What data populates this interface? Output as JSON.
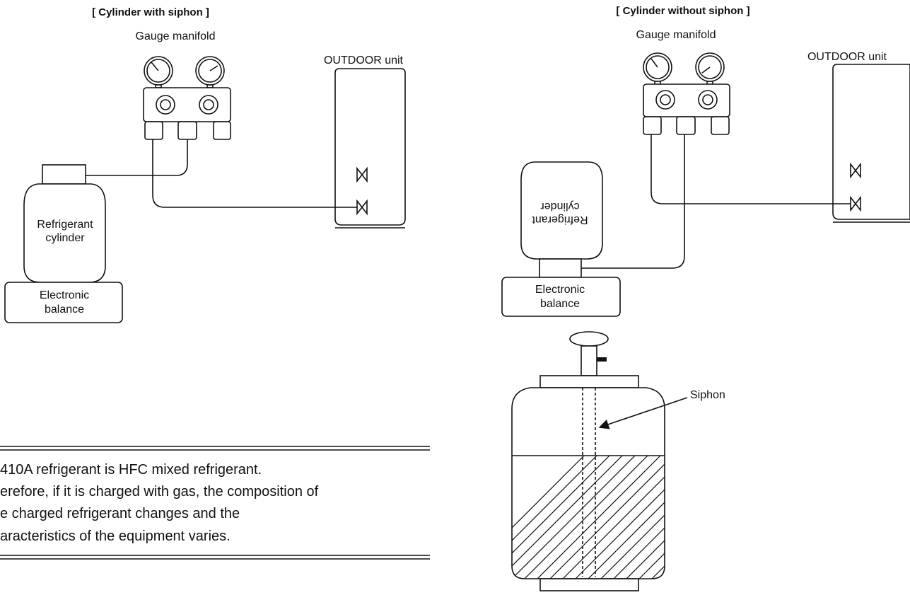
{
  "left": {
    "heading": "[ Cylinder with siphon ]",
    "gauge_label": "Gauge manifold",
    "outdoor_label": "OUTDOOR unit",
    "cylinder_line1": "Refrigerant",
    "cylinder_line2": "cylinder",
    "balance_line1": "Electronic",
    "balance_line2": "balance"
  },
  "right": {
    "heading": "[ Cylinder without siphon ]",
    "gauge_label": "Gauge manifold",
    "outdoor_label": "OUTDOOR unit",
    "cylinder_line1": "Refrigerant",
    "cylinder_line2": "cylinder",
    "balance_line1": "Electronic",
    "balance_line2": "balance"
  },
  "siphon": {
    "label": "Siphon"
  },
  "note": {
    "lines": [
      "410A refrigerant is HFC mixed refrigerant.",
      "erefore, if it is charged with gas, the composition of",
      "e charged refrigerant changes and the",
      "aracteristics of the equipment varies."
    ]
  }
}
